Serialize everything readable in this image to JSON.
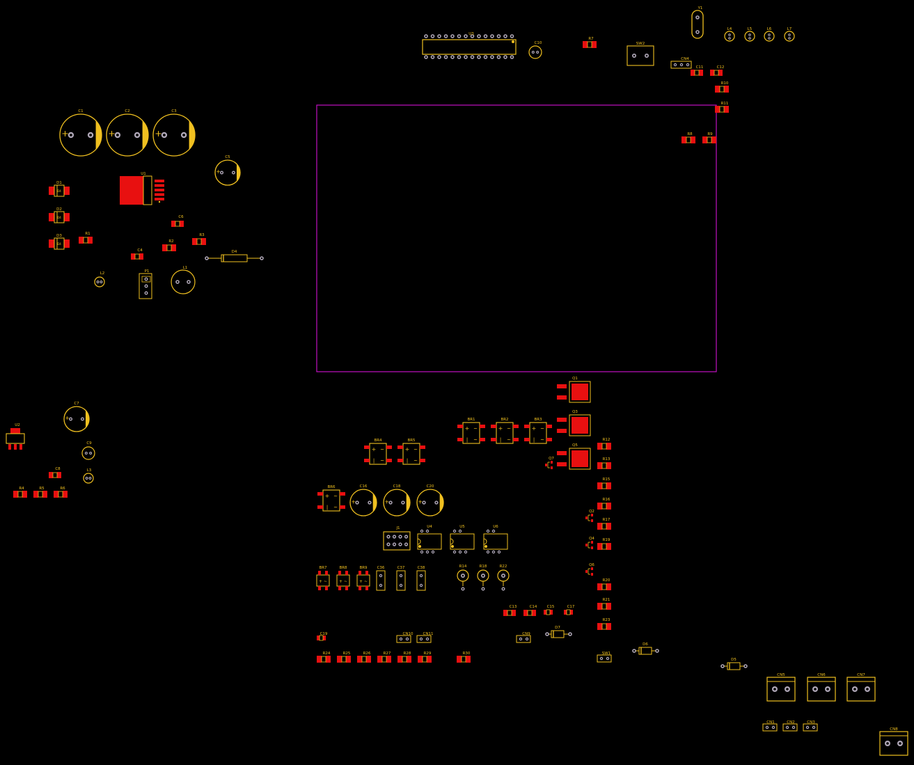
{
  "view": {
    "colors": {
      "background": "#000000",
      "silkscreen": "#f0c020",
      "pad_smd": "#e81010",
      "pad_tht": "#b0a8b8",
      "courtyard": "#c010c0",
      "cap_band": "#f0c020"
    }
  },
  "components": {
    "U1": "U1",
    "U2": "U2",
    "U3": "U3",
    "U4": "U4",
    "U5": "U5",
    "U6": "U6",
    "C1": "C1",
    "C2": "C2",
    "C3": "C3",
    "C4": "C4",
    "C5": "C5",
    "C6": "C6",
    "C7": "C7",
    "C8": "C8",
    "C9": "C9",
    "C10": "C10",
    "C11": "C11",
    "C12": "C12",
    "C13": "C13",
    "C14": "C14",
    "C15": "C15",
    "C16": "C16",
    "C17": "C17",
    "C18": "C18",
    "C19": "C19",
    "C20": "C20",
    "C36": "C36",
    "C37": "C37",
    "C38": "C38",
    "D1": "D1",
    "D2": "D2",
    "D3": "D3",
    "D4": "D4",
    "D5": "D5",
    "D6": "D6",
    "D7": "D7",
    "R1": "R1",
    "R2": "R2",
    "R3": "R3",
    "R4": "R4",
    "R5": "R5",
    "R6": "R6",
    "R7": "R7",
    "R8": "R8",
    "R9": "R9",
    "R10": "R10",
    "R11": "R11",
    "R12": "R12",
    "R13": "R13",
    "R14": "R14",
    "R15": "R15",
    "R16": "R16",
    "R17": "R17",
    "R18": "R18",
    "R19": "R19",
    "R20": "R20",
    "R21": "R21",
    "R22": "R22",
    "R23": "R23",
    "R24": "R24",
    "R25": "R25",
    "R26": "R26",
    "R27": "R27",
    "R28": "R28",
    "R29": "R29",
    "R30": "R30",
    "L1": "L1",
    "L2": "L2",
    "L3": "L3",
    "L4": "L4",
    "L5": "L5",
    "L6": "L6",
    "L7": "L7",
    "P1": "P1",
    "Y1": "Y1",
    "SW1": "SW1",
    "SW2": "SW2",
    "J1": "J1",
    "Q1": "Q1",
    "Q2": "Q2",
    "Q3": "Q3",
    "Q4": "Q4",
    "Q5": "Q5",
    "Q6": "Q6",
    "Q7": "Q7",
    "BR1": "BR1",
    "BR2": "BR2",
    "BR3": "BR3",
    "BR4": "BR4",
    "BR5": "BR5",
    "BR6": "BR6",
    "BR7": "BR7",
    "BR8": "BR8",
    "BR9": "BR9",
    "CN1": "CN1",
    "CN2": "CN2",
    "CN3": "CN3",
    "CN4": "CN4",
    "CN5": "CN5",
    "CN6": "CN6",
    "CN7": "CN7",
    "CN8": "CN8",
    "CN9": "CN9",
    "CN10": "CN10",
    "CN11": "CN11"
  }
}
